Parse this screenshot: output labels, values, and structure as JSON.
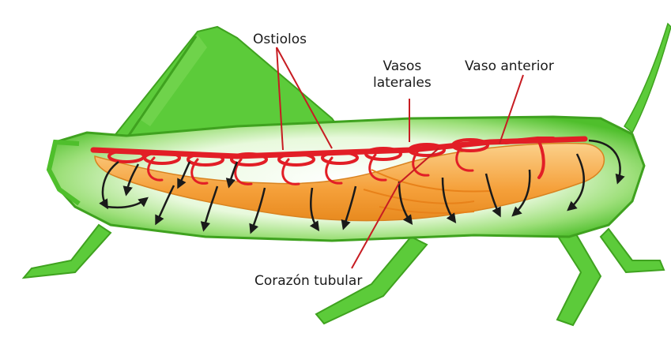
{
  "labels": {
    "ostiolos": "Ostiolos",
    "vasos_laterales_line1": "Vasos",
    "vasos_laterales_line2": "laterales",
    "vaso_anterior": "Vaso anterior",
    "corazon_tubular": "Corazón tubular"
  },
  "colors": {
    "body_green": "#5ccb3a",
    "body_light": "#d9f5c8",
    "gut_orange": "#f5a94a",
    "vessel_red": "#e21e26",
    "arrow_dark": "#1a1a1a"
  }
}
